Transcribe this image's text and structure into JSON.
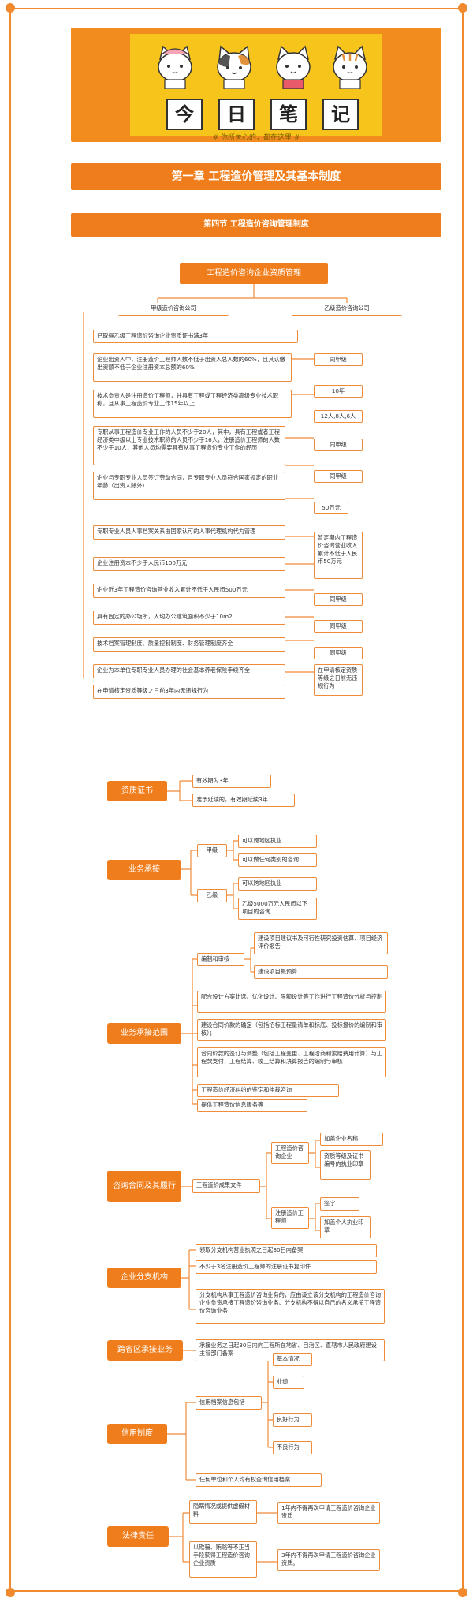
{
  "header": {
    "title_chars": [
      "今",
      "日",
      "笔",
      "记"
    ],
    "subtitle": "# 你所关心的，都在这里 #"
  },
  "chapter": "第一章  工程造价管理及其基本制度",
  "section": "第四节  工程造价咨询管理制度",
  "tree": {
    "root": "工程造价咨询企业资质管理",
    "left_head": "甲级造价咨询公司",
    "right_head": "乙级造价咨询公司",
    "rows": [
      {
        "left": "已取得乙级工程造价咨询企业资质证书满3年",
        "right": ""
      },
      {
        "left": "企业出资人中，注册造价工程师人数不低于出资人总人数的60%，且其认缴出资额不低于企业注册资本总额的60%",
        "right": "同甲级"
      },
      {
        "left": "技术负责人是注册造价工程师，并具有工程或工程经济类高级专业技术职称，且从事工程造价专业工作15年以上",
        "right": "10年"
      },
      {
        "left": "专职从事工程造价专业工作的人员不少于20人，其中，具有工程或者工程经济类中级以上专业技术职称的人员不少于16人，注册造价工程师的人数不少于10人，其他人员均需要具有从事工程造价专业工作的经历",
        "right": "12人,8人,6人"
      },
      {
        "left": "企业与专职专业人员签订劳动合同，且专职专业人员符合国家规定的职业年龄（出资人除外）",
        "right": "同甲级"
      },
      {
        "left": "专职专业人员人事档案关系由国家认可的人事代理机构代为管理",
        "right": "同甲级"
      },
      {
        "left": "企业注册资本不少于人民币100万元",
        "right": "50万元"
      },
      {
        "left": "企业近3年工程造价咨询营业收入累计不低于人民币500万元",
        "right": "暂定期内工程造价咨询营业收入累计不低于人民币50万元"
      },
      {
        "left": "具有固定的办公场所，人均办公建筑面积不少于10m2",
        "right": "同甲级"
      },
      {
        "left": "技术档案管理制度、质量控制制度、财务管理制度齐全",
        "right": "同甲级"
      },
      {
        "left": "企业为本单位专职专业人员办理的社会基本养老保险手续齐全",
        "right": "同甲级"
      },
      {
        "left": "在申请核定资质等级之日前3年内无违规行为",
        "right": "在申请核定资质等级之日前无违规行为"
      }
    ]
  },
  "cert": {
    "label": "资质证书",
    "items": [
      "有效期为3年",
      "准予延续的，有效期延续3年"
    ]
  },
  "business": {
    "label": "业务承接",
    "jia": "甲级",
    "jia_items": [
      "可以跨地区执业",
      "可以做任何类别的咨询"
    ],
    "yi": "乙级",
    "yi_items": [
      "可以跨地区执业",
      "乙级5000万元人民币以下项目的咨询"
    ]
  },
  "scope": {
    "label": "业务承接范围",
    "bianzhi": "编制和审核",
    "bianzhi_items": [
      "建设项目建议书及可行性研究投资估算、项目经济评价报告",
      "建设项目概预算"
    ],
    "items": [
      "配合设计方案比选、优化设计、限额设计等工作进行工程造价分析与控制",
      "建设合同价款的确定（包括招标工程量清单和标底、投标报价的编制和审核）；",
      "合同价款的签订与调整（包括工程变更、工程洽商和索赔费用计算）与工程款支付，工程结算、竣工结算和决算报告的编制与审核",
      "工程造价经济纠纷的鉴定和仲裁咨询",
      "提供工程造价信息服务等"
    ]
  },
  "contract": {
    "label": "咨询合同及其履行",
    "file": "工程造价成果文件",
    "enterprise": "工程造价咨询企业",
    "enterprise_items": [
      "加盖企业名称",
      "资质等级及证书编号的执业印章"
    ],
    "engineer": "注册造价工程师",
    "engineer_items": [
      "签字",
      "加盖个人执业印章"
    ]
  },
  "branch": {
    "label": "企业分支机构",
    "items": [
      "领取分支机构营业执照之日起30日内备案",
      "不少于3名注册造价工程师的注册证书复印件",
      "分支机构从事工程造价咨询业务的，应由设立该分支机构的工程造价咨询企业负责承接工程造价咨询业务、分支机构不得以自己的名义承揽工程造价咨询业务"
    ]
  },
  "cross": {
    "label": "跨省区承接业务",
    "item": "承接业务之日起30日内向工程所在地省、自治区、直辖市人民政府建设主管部门备案"
  },
  "credit": {
    "label": "信用制度",
    "sub": "信用档案信息包括",
    "sub_items": [
      "基本情况",
      "业绩",
      "良好行为",
      "不良行为"
    ],
    "item": "任何单位和个人均有权查询信用档案"
  },
  "legal": {
    "label": "法律责任",
    "a": "隐瞒情况或提供虚假材料",
    "a_result": "1年内不得再次申请工程造价咨询企业资质",
    "b": "以欺骗、贿赂等不正当手段获得工程造价咨询企业资质",
    "b_result": "3年内不得再次申请工程造价咨询企业资质。"
  }
}
